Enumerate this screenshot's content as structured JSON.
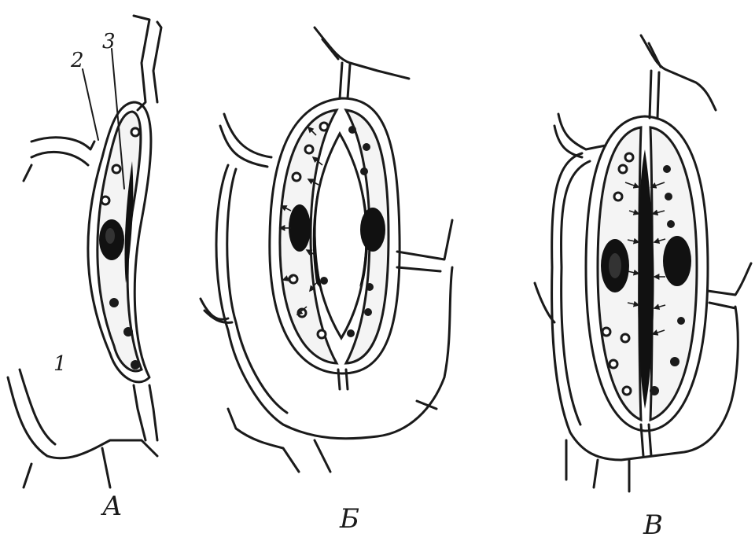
{
  "labels": {
    "part_1": "1",
    "part_2": "2",
    "part_3": "3"
  },
  "panels": [
    {
      "id": "A",
      "label": "А"
    },
    {
      "id": "B",
      "label": "Б"
    },
    {
      "id": "V",
      "label": "В"
    }
  ]
}
